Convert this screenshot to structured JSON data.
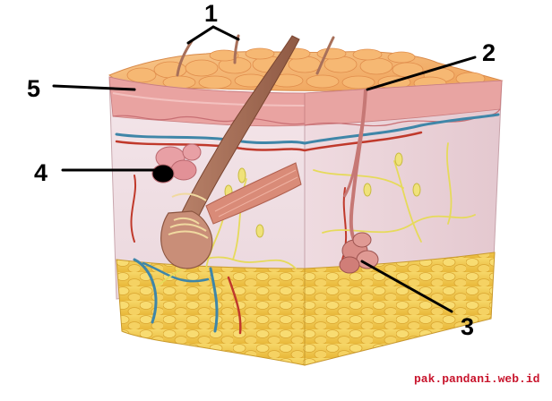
{
  "diagram": {
    "callouts": {
      "c1": "1",
      "c2": "2",
      "c3": "3",
      "c4": "4",
      "c5": "5"
    },
    "watermark": "pak.pandani.web.id"
  },
  "colors": {
    "epidermis_top": "#f3b873",
    "epidermis_band": "#e9a9a3",
    "dermis": "#f0e3e8",
    "fat_layer": "#f2c94c",
    "hair": "#a8705a",
    "artery": "#c0392b",
    "vein": "#3f86a8",
    "nerve": "#e6da5a",
    "watermark": "#c8142c"
  }
}
